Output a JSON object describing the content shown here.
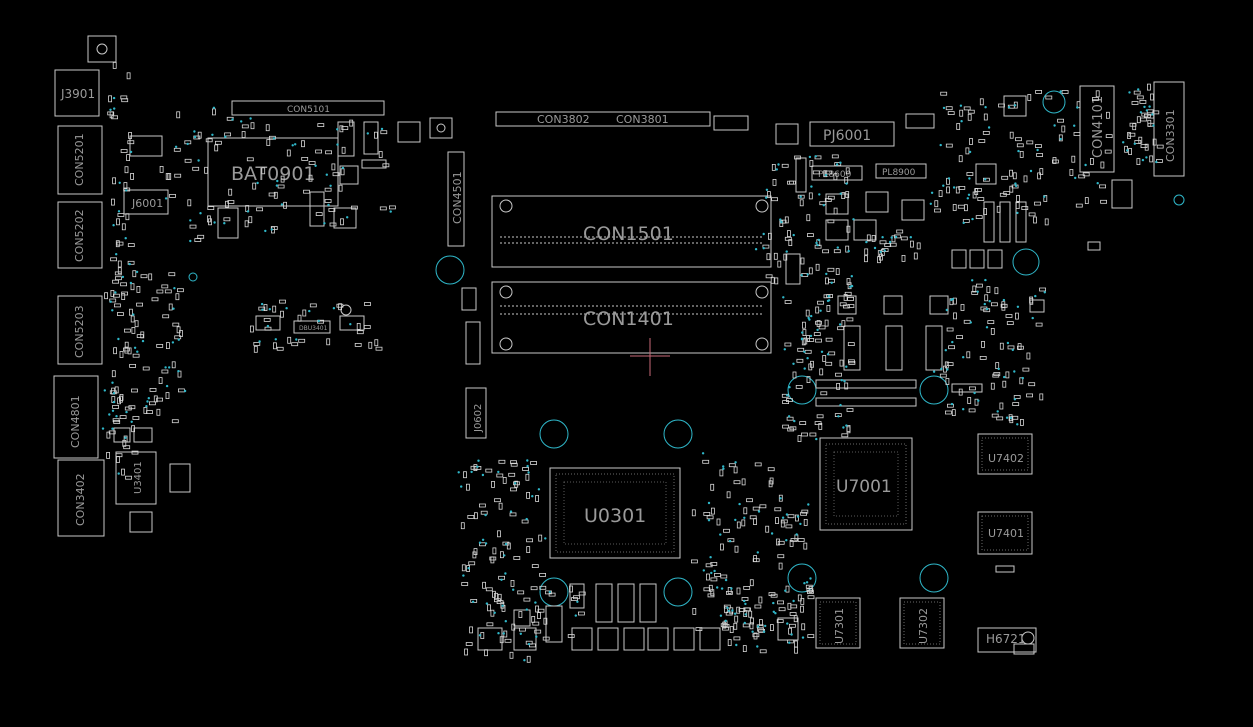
{
  "colors": {
    "background": "#000000",
    "outline": "#c8c8c8",
    "label": "#9a9a9a",
    "via": "#2fb7c9",
    "pad": "#d8d8d8",
    "cursor": "#c86a78"
  },
  "cursor_icon": "crosshair",
  "components": [
    {
      "ref": "J3901"
    },
    {
      "ref": "CON5201"
    },
    {
      "ref": "CON5202"
    },
    {
      "ref": "CON5203"
    },
    {
      "ref": "CON4801"
    },
    {
      "ref": "CON3402"
    },
    {
      "ref": "J6001"
    },
    {
      "ref": "U3401"
    },
    {
      "ref": "BAT0901"
    },
    {
      "ref": "CON5101"
    },
    {
      "ref": "CON3802"
    },
    {
      "ref": "CON3801"
    },
    {
      "ref": "CON4501"
    },
    {
      "ref": "CON1501"
    },
    {
      "ref": "CON1401"
    },
    {
      "ref": "J0602"
    },
    {
      "ref": "U0301"
    },
    {
      "ref": "PJ6001"
    },
    {
      "ref": "PL8600"
    },
    {
      "ref": "PL8900"
    },
    {
      "ref": "CON4101"
    },
    {
      "ref": "CON3301"
    },
    {
      "ref": "U7001"
    },
    {
      "ref": "U7402"
    },
    {
      "ref": "U7401"
    },
    {
      "ref": "U7301"
    },
    {
      "ref": "U7302"
    },
    {
      "ref": "H6721"
    },
    {
      "ref": "DBU3401"
    }
  ]
}
